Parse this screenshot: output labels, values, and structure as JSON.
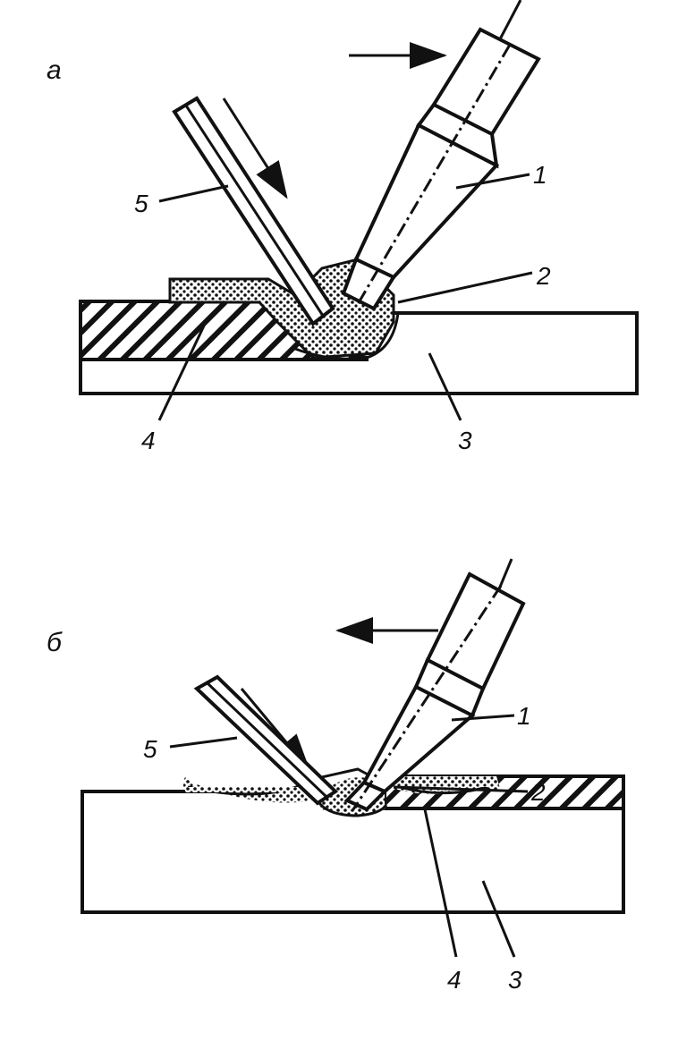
{
  "panels": [
    {
      "id": "a",
      "label": "а",
      "direction": "right",
      "parts": {
        "p1": "1",
        "p2": "2",
        "p3": "3",
        "p4": "4",
        "p5": "5"
      }
    },
    {
      "id": "b",
      "label": "б",
      "direction": "left",
      "parts": {
        "p1": "1",
        "p2": "2",
        "p3": "3",
        "p4": "4",
        "p5": "5"
      }
    }
  ],
  "colors": {
    "ink": "#111111",
    "background": "#ffffff"
  }
}
